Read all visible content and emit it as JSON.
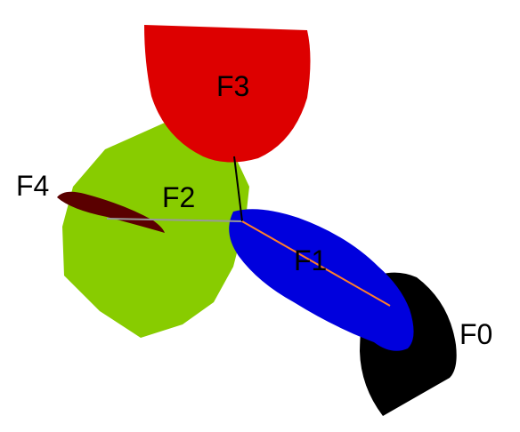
{
  "labels": {
    "f0": "F0",
    "f1": "F1",
    "f2": "F2",
    "f3": "F3",
    "f4": "F4"
  },
  "colors": {
    "f0": "#000000",
    "f1": "#0000dd",
    "f2": "#88cc00",
    "f3": "#dd0000",
    "f4": "#5a0000",
    "link_f0_f1": "#ff7f2a",
    "link_f1_f2": "#999999",
    "link_f2_f3": "#000000"
  }
}
